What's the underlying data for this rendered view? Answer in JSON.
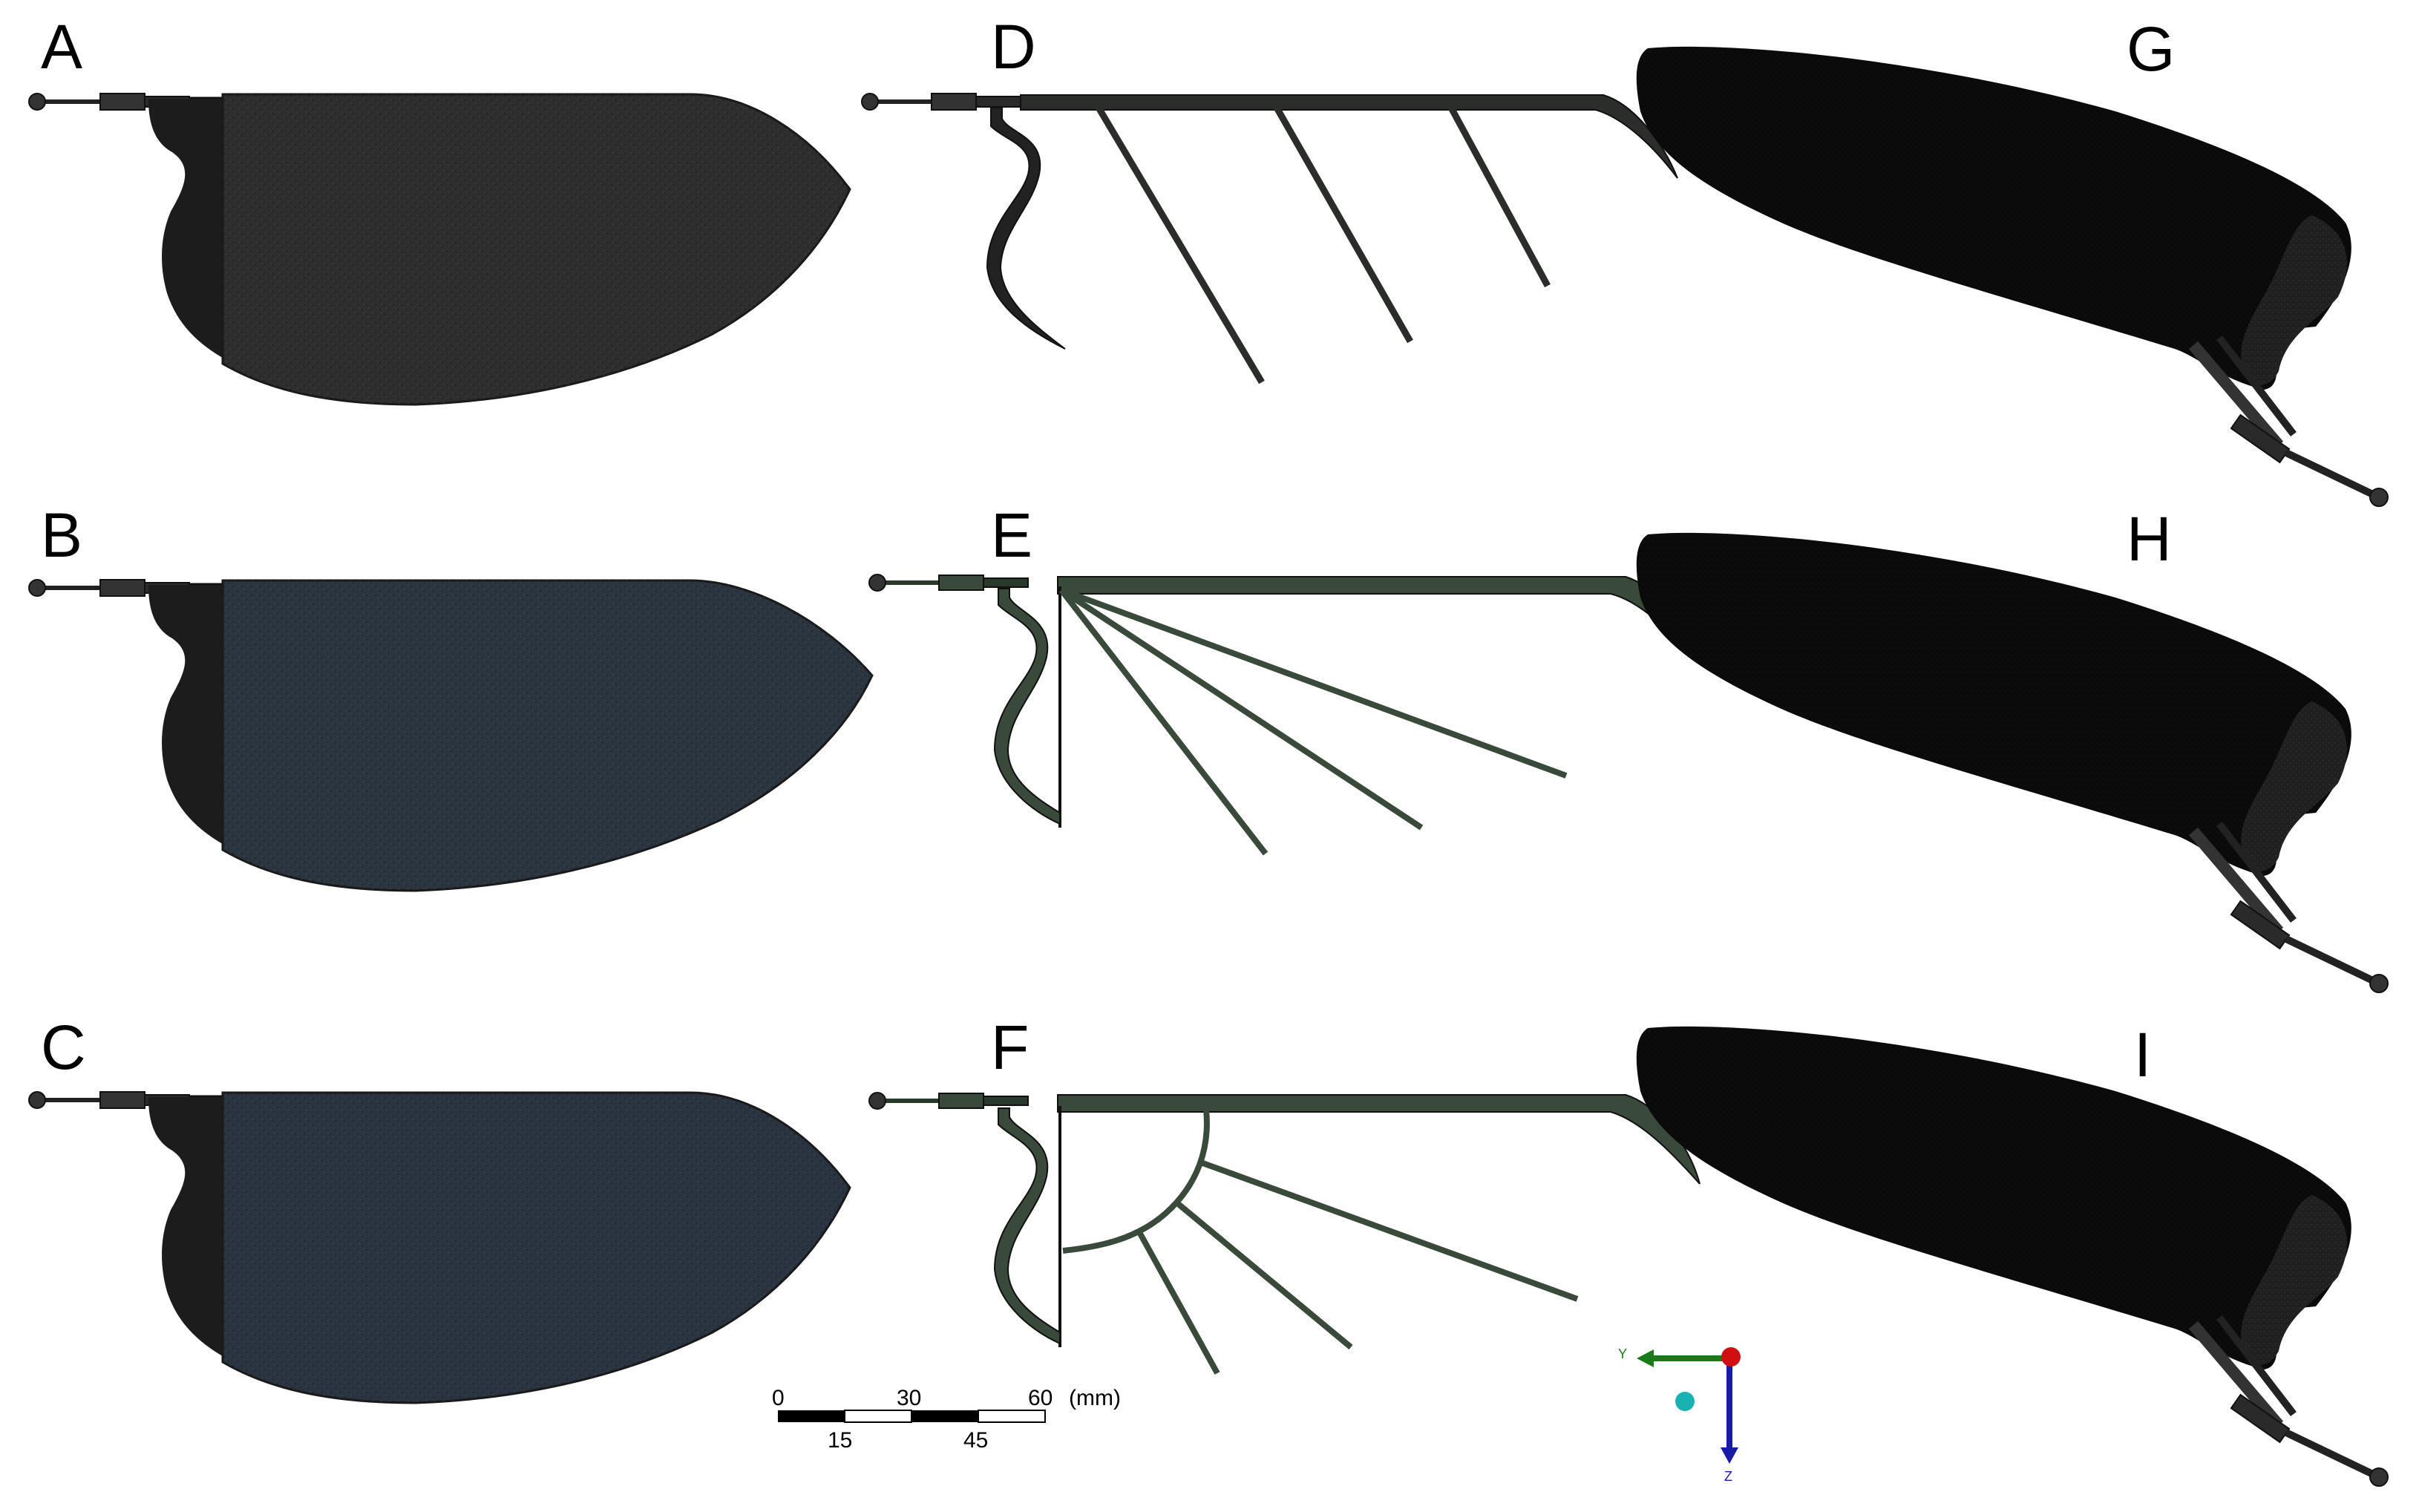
{
  "panels": {
    "A": "A",
    "B": "B",
    "C": "C",
    "D": "D",
    "E": "E",
    "F": "F",
    "G": "G",
    "H": "H",
    "I": "I"
  },
  "scale_bar": {
    "top_ticks": [
      "0",
      "30",
      "60"
    ],
    "unit": "(mm)",
    "bottom_ticks": [
      "15",
      "45"
    ]
  },
  "axes_triad": {
    "y_label": "Y",
    "z_label": "Z",
    "colors": {
      "y": "#1a7a1a",
      "z": "#1a1aa8",
      "origin": "#d01010",
      "point": "#19b2b2"
    }
  },
  "colors": {
    "membrane_A": "#2b2b2b",
    "membrane_BC": "#2a3440",
    "root": "#1a1a1a",
    "vein": "#2a2d2a",
    "vein_mesh": "#3a4a3a",
    "wing_3d": "#0a0a0a"
  }
}
